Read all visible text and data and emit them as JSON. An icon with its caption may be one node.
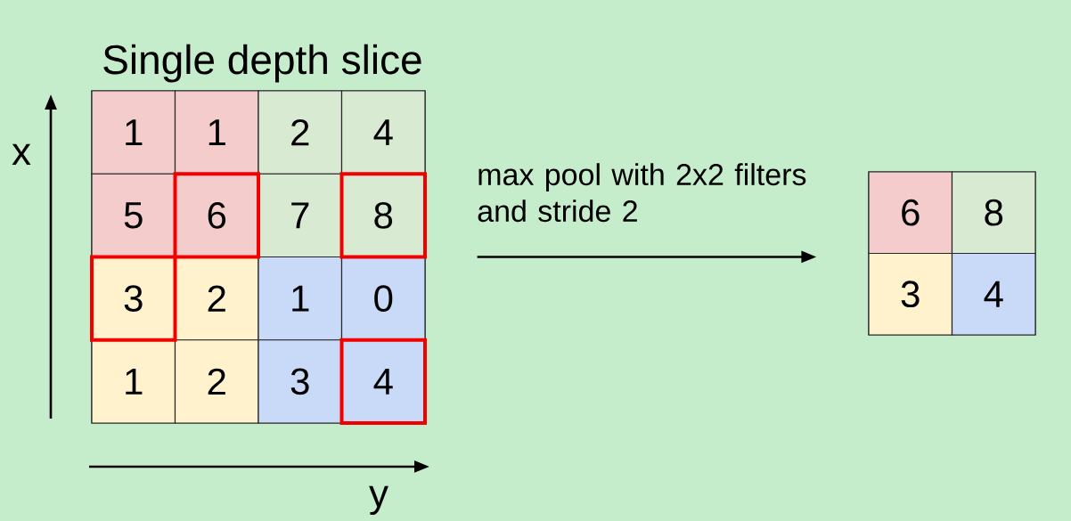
{
  "diagram": {
    "nodes": [
      {
        "text": [
          "Single depth slice"
        ]
      },
      {
        "text": [
          "1"
        ],
        "in": 0
      },
      {
        "text": [
          "1"
        ],
        "in": 0
      },
      {
        "text": [
          "2"
        ],
        "in": 0
      },
      {
        "text": [
          "4"
        ],
        "in": 0
      },
      {
        "text": [
          "5"
        ],
        "in": 0
      },
      {
        "text": [
          "6"
        ],
        "in": 0
      },
      {
        "text": [
          "7"
        ],
        "in": 0
      },
      {
        "text": [
          "8"
        ],
        "in": 0
      },
      {
        "text": [
          "3"
        ],
        "in": 0
      },
      {
        "text": [
          "2"
        ],
        "in": 0
      },
      {
        "text": [
          "1"
        ],
        "in": 0
      },
      {
        "text": [
          "0"
        ],
        "in": 0
      },
      {
        "text": [
          "1"
        ],
        "in": 0
      },
      {
        "text": [
          "2"
        ],
        "in": 0
      },
      {
        "text": [
          "3"
        ],
        "in": 0
      },
      {
        "text": [
          "4"
        ],
        "in": 0
      },
      {
        "text": [],
        "shape": "box"
      },
      {
        "text": [
          "6"
        ],
        "in": 17
      },
      {
        "text": [
          "8"
        ],
        "in": 17
      },
      {
        "text": [
          "3"
        ],
        "in": 17
      },
      {
        "text": [
          "4"
        ],
        "in": 17
      }
    ],
    "edges": [
      {
        "from": 0,
        "to": 17,
        "arrow": "to",
        "label": "max pool with 2x2 filters and stride 2"
      }
    ],
    "labels": [
      "x",
      "y"
    ]
  }
}
